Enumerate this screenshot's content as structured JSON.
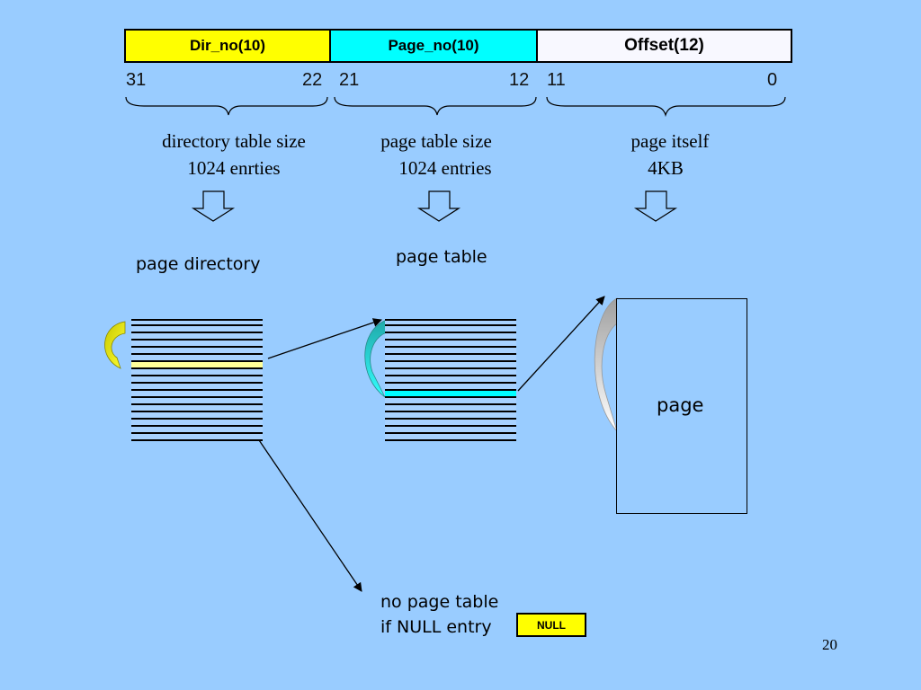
{
  "address_fields": [
    {
      "label": "Dir_no(10)",
      "color": "#ffff00"
    },
    {
      "label": "Page_no(10)",
      "color": "#00ffff"
    },
    {
      "label": "Offset(12)",
      "color": "#f8f8ff"
    }
  ],
  "bit_numbers": [
    "31",
    "22",
    "21",
    "12",
    "11",
    "0"
  ],
  "descriptions": {
    "dir": [
      "directory table size",
      "1024 enrties"
    ],
    "page": [
      "page table size",
      "1024 entries"
    ],
    "offset": [
      "page itself",
      "4KB"
    ]
  },
  "labels": {
    "page_directory": "page directory",
    "page_table": "page table",
    "page": "page",
    "no_page_table_line1": "no page table",
    "no_page_table_line2": "if NULL entry",
    "null_badge": "NULL"
  },
  "slide_number": "20",
  "colors": {
    "background": "#99ccff",
    "dir_highlight": "#ffff99",
    "page_highlight": "#00ffff",
    "null_badge": "#ffff00"
  }
}
